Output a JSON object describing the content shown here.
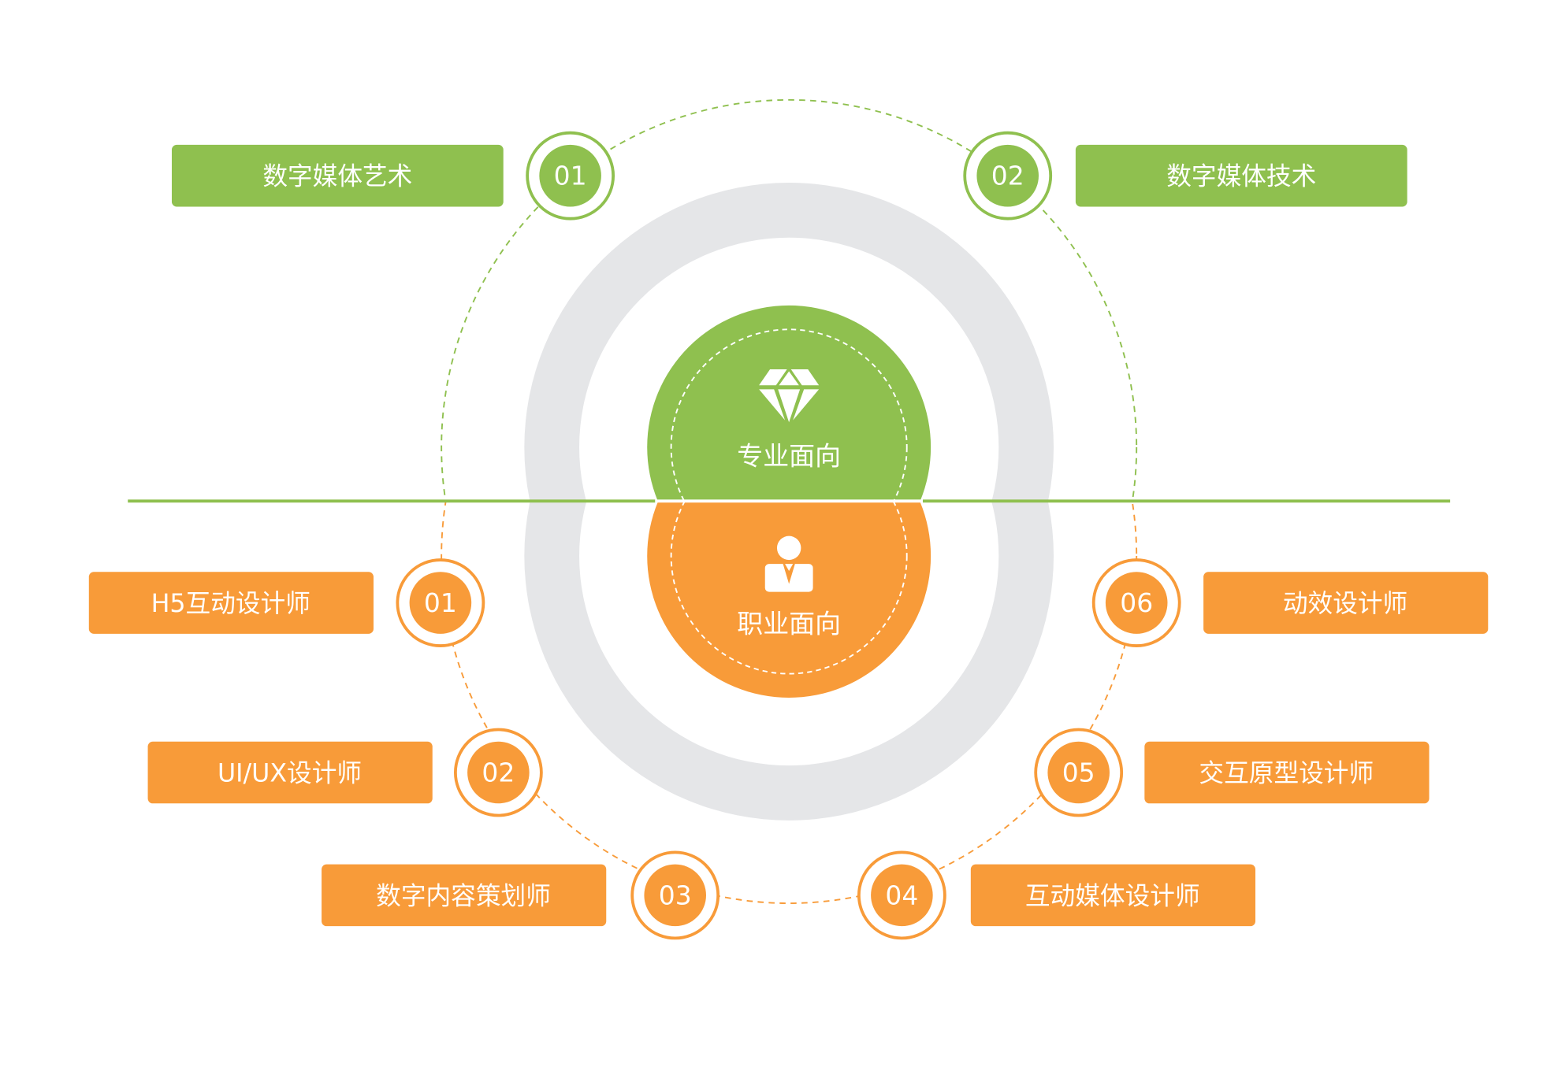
{
  "colors": {
    "green": "#8fc04f",
    "orange": "#f89b39",
    "gray": "#e5e6e8"
  },
  "center": {
    "top": {
      "label": "专业面向",
      "icon": "diamond-icon"
    },
    "bottom": {
      "label": "职业面向",
      "icon": "businessman-icon"
    }
  },
  "majors": [
    {
      "num": "01",
      "label": "数字媒体艺术"
    },
    {
      "num": "02",
      "label": "数字媒体技术"
    }
  ],
  "careers": [
    {
      "num": "01",
      "label": "H5互动设计师"
    },
    {
      "num": "02",
      "label": "UI/UX设计师"
    },
    {
      "num": "03",
      "label": "数字内容策划师"
    },
    {
      "num": "04",
      "label": "互动媒体设计师"
    },
    {
      "num": "05",
      "label": "交互原型设计师"
    },
    {
      "num": "06",
      "label": "动效设计师"
    }
  ]
}
